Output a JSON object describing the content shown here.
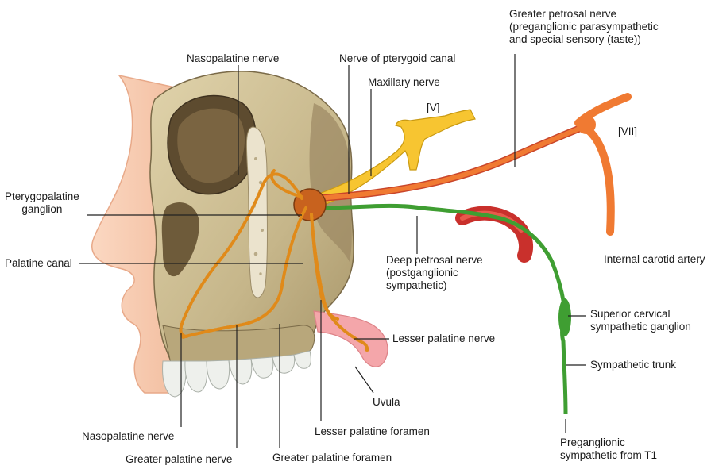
{
  "labels": {
    "nasopalatine_top": "Nasopalatine nerve",
    "nerve_pterygoid": "Nerve of pterygoid canal",
    "maxillary": "Maxillary nerve",
    "trigeminal": "[V]",
    "greater_petrosal": "Greater petrosal nerve\n(preganglionic parasympathetic\nand special sensory (taste))",
    "facial": "[VII]",
    "pterygopalatine": "Pterygopalatine\nganglion",
    "palatine_canal": "Palatine canal",
    "deep_petrosal": "Deep petrosal nerve\n(postganglionic\nsympathetic)",
    "internal_carotid": "Internal carotid artery",
    "superior_cervical": "Superior cervical\nsympathetic ganglion",
    "sympathetic_trunk": "Sympathetic trunk",
    "lesser_palatine_nerve": "Lesser palatine nerve",
    "uvula": "Uvula",
    "nasopalatine_bottom": "Nasopalatine nerve",
    "lesser_palatine_foramen": "Lesser palatine foramen",
    "greater_palatine_nerve": "Greater palatine nerve",
    "greater_palatine_foramen": "Greater palatine foramen",
    "preganglionic_t1": "Preganglionic\nsympathetic from T1"
  },
  "colors": {
    "skin": "#f8cdb2",
    "bone": "#cdbf93",
    "bone_dark": "#8f7d57",
    "maxillary_nerve": "#f7c531",
    "facial_nerve": "#f07a32",
    "sympathetic": "#3f9e32",
    "artery": "#c9302c",
    "ganglion": "#c8621e",
    "uvula": "#f4a6aa",
    "leader": "#222222"
  }
}
